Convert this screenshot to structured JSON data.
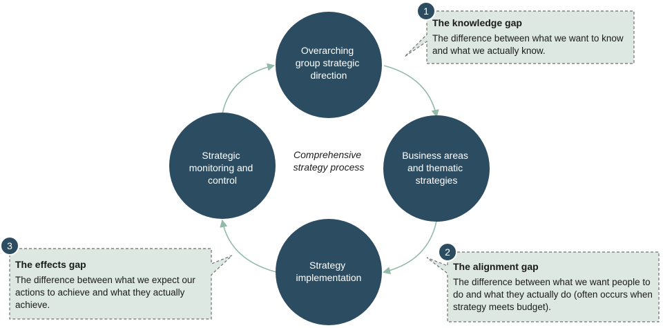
{
  "diagram": {
    "center_label": [
      "Comprehensive",
      "strategy process"
    ],
    "nodes": [
      {
        "id": "top",
        "lines": [
          "Overarching",
          "group strategic",
          "direction"
        ]
      },
      {
        "id": "right",
        "lines": [
          "Business areas",
          "and thematic",
          "strategies"
        ]
      },
      {
        "id": "bottom",
        "lines": [
          "Strategy",
          "implementation"
        ]
      },
      {
        "id": "left",
        "lines": [
          "Strategic",
          "monitoring and",
          "control"
        ]
      }
    ],
    "callouts": [
      {
        "number": "1",
        "title": "The knowledge gap",
        "text": "The difference between what we want to know and what we actually know."
      },
      {
        "number": "2",
        "title": "The alignment gap",
        "text": "The difference between what we want people to do and what they actually do (often occurs when strategy meets budget)."
      },
      {
        "number": "3",
        "title": "The effects gap",
        "text": "The difference between what we expect our actions to achieve and what they actually achieve."
      }
    ],
    "colors": {
      "node_fill": "#2c4d61",
      "arrow": "#93b9a9",
      "callout_fill": "#dce8e1",
      "callout_border": "#6f6f6f"
    }
  }
}
